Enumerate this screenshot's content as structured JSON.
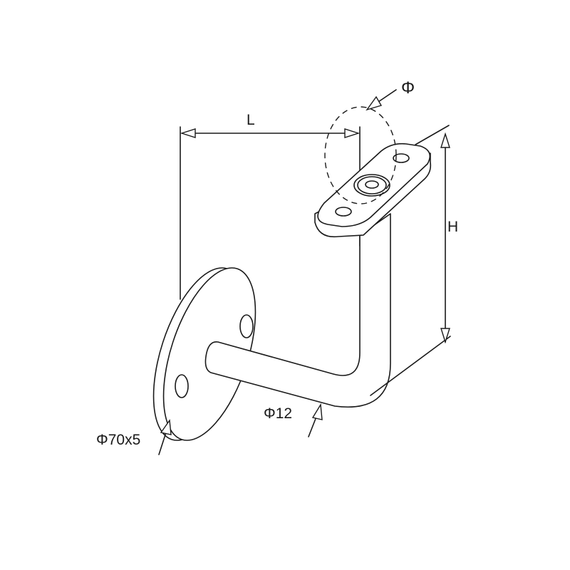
{
  "labels": {
    "length": "L",
    "height": "H",
    "saddle_diameter": "Φ",
    "tube_diameter": "Φ12",
    "base_plate": "Φ70x5"
  }
}
